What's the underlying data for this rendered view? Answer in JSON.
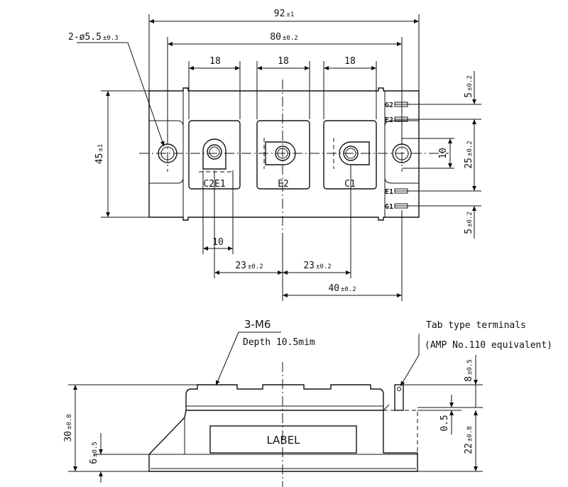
{
  "top_view": {
    "dims": {
      "overall_width": "92",
      "overall_width_tol": "±1",
      "hole_pitch": "80",
      "hole_pitch_tol": "±0.2",
      "terminal_width": "18",
      "hole_spec": "2-ø5.5",
      "hole_spec_tol": "±0.3",
      "height": "45",
      "height_tol": "±1",
      "tab_top_offset": "5",
      "tab_top_offset_tol": "±0.2",
      "tab_spacing": "25",
      "tab_spacing_tol": "±0.2",
      "tab_bottom_offset": "5",
      "tab_bottom_offset_tol": "±0.2",
      "center_height": "10",
      "terminal_offset": "10",
      "term_pitch_1": "23",
      "term_pitch_1_tol": "±0.2",
      "term_pitch_2": "23",
      "term_pitch_2_tol": "±0.2",
      "tab_distance": "40",
      "tab_distance_tol": "±0.2"
    },
    "terminal_labels": [
      "C2E1",
      "E2",
      "C1"
    ],
    "tab_labels": [
      "G2",
      "E2",
      "E1",
      "G1"
    ]
  },
  "side_view": {
    "screw_spec": "3-M6",
    "screw_depth": "Depth 10.5mim",
    "tab_note_line1": "Tab type terminals",
    "tab_note_line2": "(AMP No.110 equivalent)",
    "label_text": "LABEL",
    "dims": {
      "total_height": "30",
      "total_height_tol": "±0.8",
      "base_height": "6",
      "base_height_tol": "±0.5",
      "tab_height": "8",
      "tab_height_tol": "±0.5",
      "tab_gap": "0.5",
      "tab_base_height": "22",
      "tab_base_height_tol": "±0.8"
    }
  }
}
